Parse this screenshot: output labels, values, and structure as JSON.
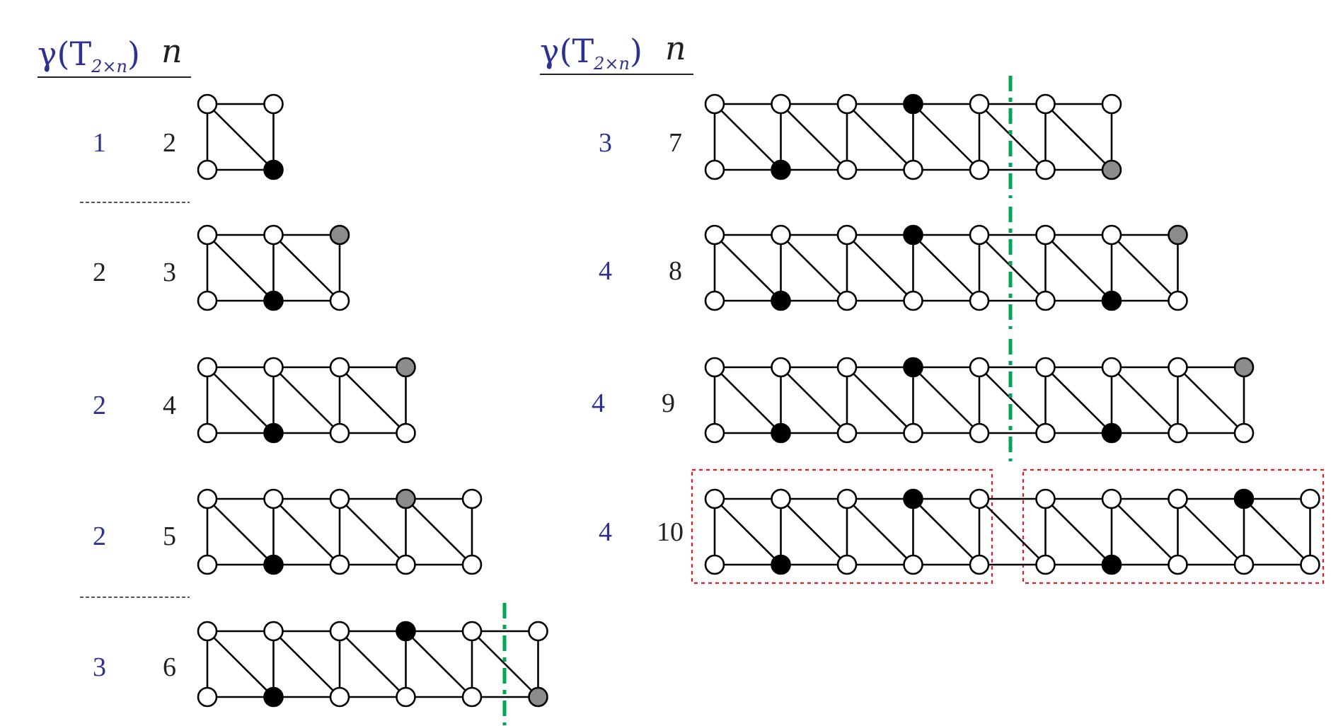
{
  "header": {
    "gamma": "γ(T",
    "subscript": "2×n",
    "close": ")",
    "n": "n"
  },
  "colors": {
    "gamma_text": "#2e3192",
    "label_text": "#231f20",
    "dominating_vertex": "#000000",
    "extra_vertex": "#8c8c8c",
    "empty_vertex": "#ffffff",
    "cut_line": "#00a651",
    "partition_box": "#ed1c24"
  },
  "rows": [
    {
      "gamma": "1",
      "n": "2",
      "black": [
        "b1"
      ],
      "gray": [],
      "cut": false
    },
    {
      "gamma": "2",
      "n": "3",
      "black": [
        "b1"
      ],
      "gray": [
        "t2"
      ],
      "cut": false
    },
    {
      "gamma": "2",
      "n": "4",
      "black": [
        "b1"
      ],
      "gray": [
        "t3"
      ],
      "cut": false
    },
    {
      "gamma": "2",
      "n": "5",
      "black": [
        "b1"
      ],
      "gray": [
        "t3"
      ],
      "cut": false
    },
    {
      "gamma": "3",
      "n": "6",
      "black": [
        "b1",
        "t3"
      ],
      "gray": [
        "b5"
      ],
      "cut": true
    },
    {
      "gamma": "3",
      "n": "7",
      "black": [
        "b1",
        "t3"
      ],
      "gray": [
        "b6"
      ],
      "cut": true
    },
    {
      "gamma": "4",
      "n": "8",
      "black": [
        "b1",
        "t3",
        "b6"
      ],
      "gray": [
        "t7"
      ],
      "cut": true
    },
    {
      "gamma": "4",
      "n": "9",
      "black": [
        "b1",
        "t3",
        "b6"
      ],
      "gray": [
        "t8"
      ],
      "cut": true
    },
    {
      "gamma": "4",
      "n": "10",
      "black": [
        "b1",
        "t3",
        "b6",
        "t8"
      ],
      "gray": [],
      "cut": false
    }
  ]
}
